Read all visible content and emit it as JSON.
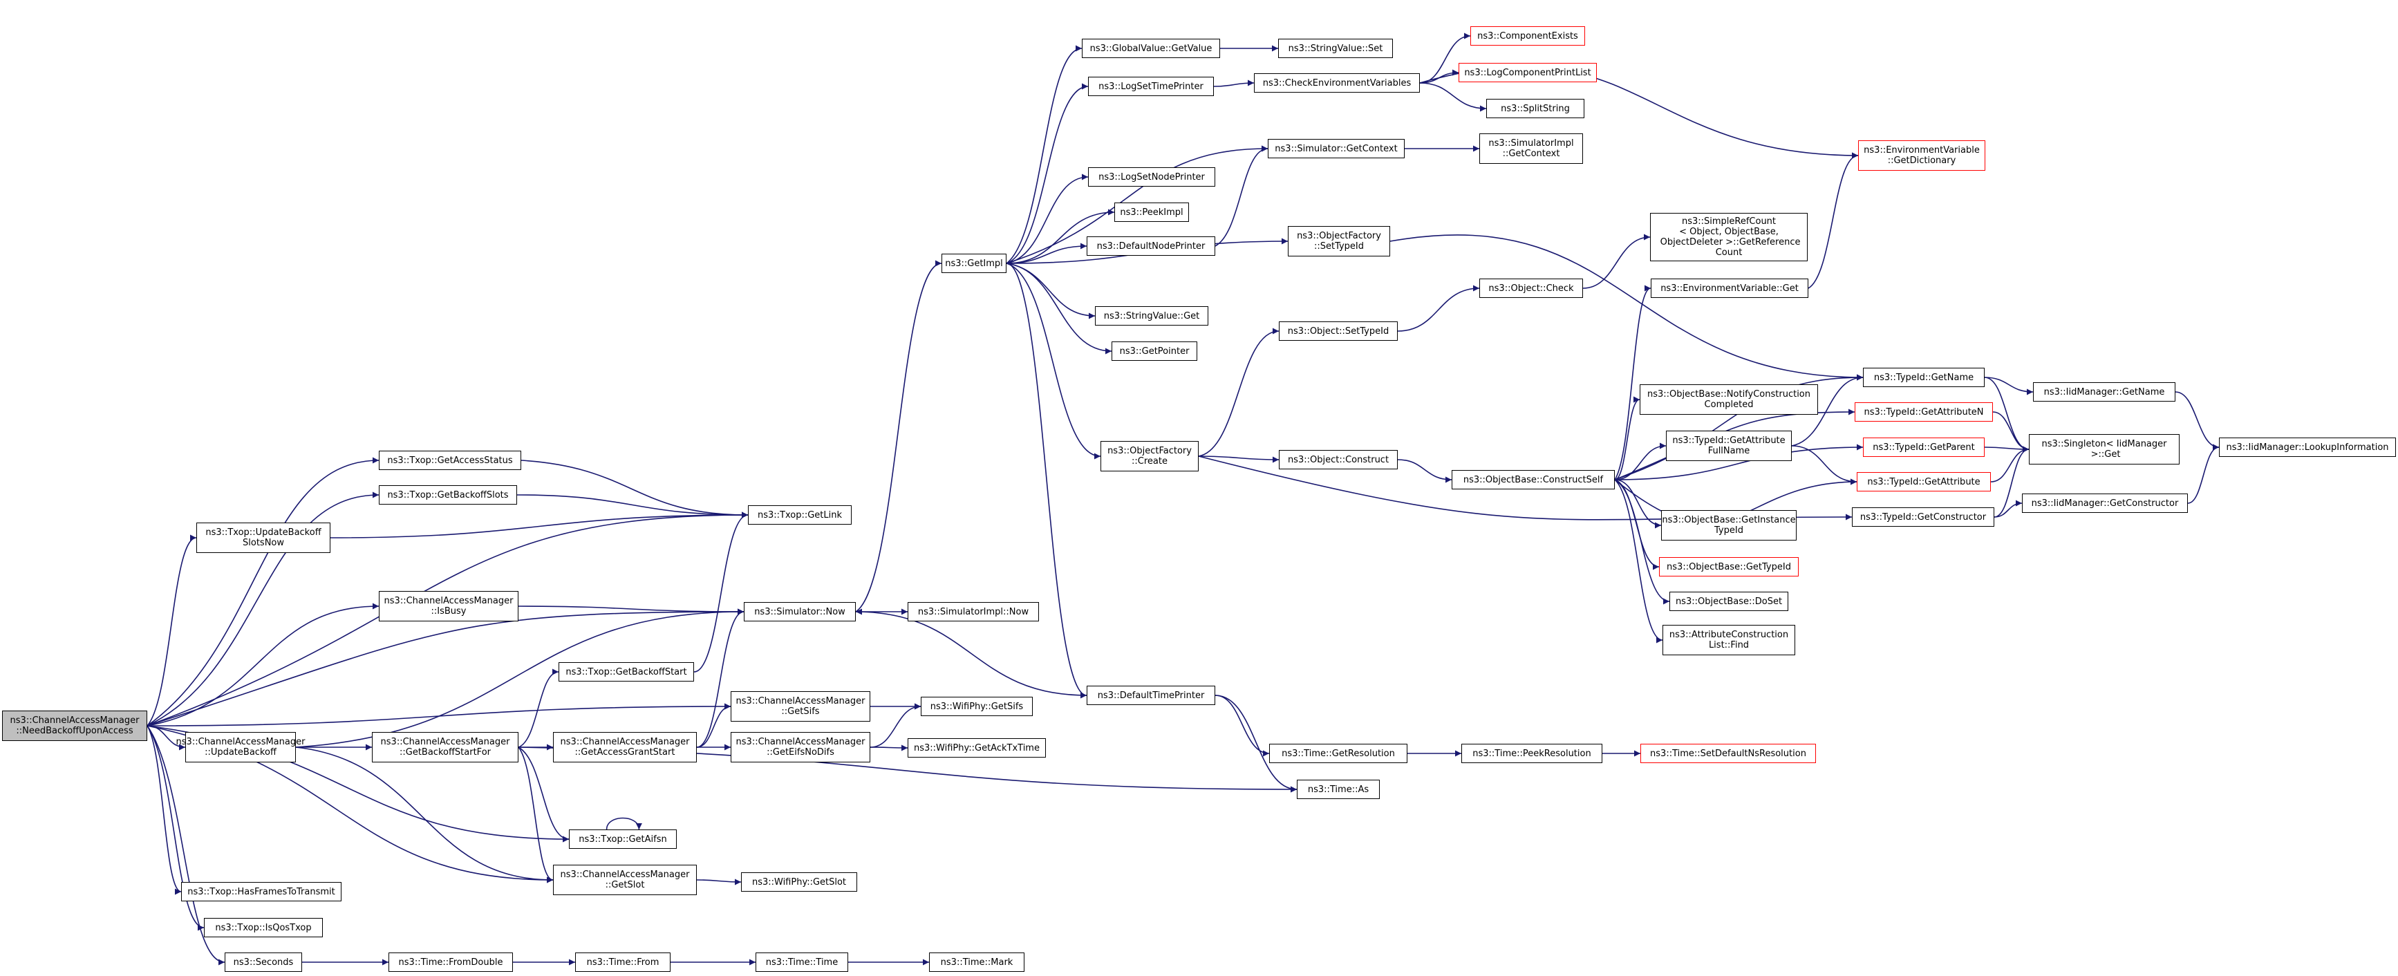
{
  "nodes": {
    "root": "ns3::ChannelAccessManager\n::NeedBackoffUponAccess",
    "getAccessStatus": "ns3::Txop::GetAccessStatus",
    "getBackoffSlots": "ns3::Txop::GetBackoffSlots",
    "updateBackoffSlotsNow": "ns3::Txop::UpdateBackoff\nSlotsNow",
    "isBusy": "ns3::ChannelAccessManager\n::IsBusy",
    "updateBackoff": "ns3::ChannelAccessManager\n::UpdateBackoff",
    "hasFramesToTransmit": "ns3::Txop::HasFramesToTransmit",
    "isQosTxop": "ns3::Txop::IsQosTxop",
    "seconds": "ns3::Seconds",
    "getBackoffStart": "ns3::Txop::GetBackoffStart",
    "getBackoffStartFor": "ns3::ChannelAccessManager\n::GetBackoffStartFor",
    "getAifsn": "ns3::Txop::GetAifsn",
    "getSlot": "ns3::ChannelAccessManager\n::GetSlot",
    "fromDouble": "ns3::Time::FromDouble",
    "getLink": "ns3::Txop::GetLink",
    "simulatorNow": "ns3::Simulator::Now",
    "getSifs": "ns3::ChannelAccessManager\n::GetSifs",
    "getAccessGrantStart": "ns3::ChannelAccessManager\n::GetAccessGrantStart",
    "getEifsNoDifs": "ns3::ChannelAccessManager\n::GetEifsNoDifs",
    "wifiGetSlot": "ns3::WifiPhy::GetSlot",
    "timeFrom": "ns3::Time::From",
    "simImplNow": "ns3::SimulatorImpl::Now",
    "wifiGetSifs": "ns3::WifiPhy::GetSifs",
    "wifiGetAckTxTime": "ns3::WifiPhy::GetAckTxTime",
    "timeTime": "ns3::Time::Time",
    "timeMark": "ns3::Time::Mark",
    "getImpl": "ns3::GetImpl",
    "globalValueGetValue": "ns3::GlobalValue::GetValue",
    "logSetTimePrinter": "ns3::LogSetTimePrinter",
    "logSetNodePrinter": "ns3::LogSetNodePrinter",
    "peekImpl": "ns3::PeekImpl",
    "defaultNodePrinter": "ns3::DefaultNodePrinter",
    "stringValueGet": "ns3::StringValue::Get",
    "getPointer": "ns3::GetPointer",
    "objectFactoryCreate": "ns3::ObjectFactory\n::Create",
    "defaultTimePrinter": "ns3::DefaultTimePrinter",
    "stringValueSet": "ns3::StringValue::Set",
    "checkEnvVars": "ns3::CheckEnvironmentVariables",
    "simulatorGetContext": "ns3::Simulator::GetContext",
    "objectFactorySetTypeId": "ns3::ObjectFactory\n::SetTypeId",
    "objectSetTypeId": "ns3::Object::SetTypeId",
    "objectConstruct": "ns3::Object::Construct",
    "timeGetResolution": "ns3::Time::GetResolution",
    "timeAs": "ns3::Time::As",
    "componentExists": "ns3::ComponentExists",
    "logComponentPrintList": "ns3::LogComponentPrintList",
    "splitString": "ns3::SplitString",
    "simImplGetContext": "ns3::SimulatorImpl\n::GetContext",
    "objectCheck": "ns3::Object::Check",
    "objectBaseConstructSelf": "ns3::ObjectBase::ConstructSelf",
    "timePeekResolution": "ns3::Time::PeekResolution",
    "simpleRefCount": "ns3::SimpleRefCount\n< Object, ObjectBase,\n ObjectDeleter >::GetReference\nCount",
    "envVarGet": "ns3::EnvironmentVariable::Get",
    "notifyConstructionCompleted": "ns3::ObjectBase::NotifyConstruction\nCompleted",
    "getAttributeFullName": "ns3::TypeId::GetAttribute\nFullName",
    "getInstanceTypeId": "ns3::ObjectBase::GetInstance\nTypeId",
    "objectBaseGetTypeId": "ns3::ObjectBase::GetTypeId",
    "doSet": "ns3::ObjectBase::DoSet",
    "attrConstructionListFind": "ns3::AttributeConstruction\nList::Find",
    "setDefaultNsResolution": "ns3::Time::SetDefaultNsResolution",
    "envVarGetDictionary": "ns3::EnvironmentVariable\n::GetDictionary",
    "typeIdGetName": "ns3::TypeId::GetName",
    "typeIdGetAttributeN": "ns3::TypeId::GetAttributeN",
    "typeIdGetParent": "ns3::TypeId::GetParent",
    "typeIdGetAttribute": "ns3::TypeId::GetAttribute",
    "typeIdGetConstructor": "ns3::TypeId::GetConstructor",
    "iidGetName": "ns3::IidManager::GetName",
    "singletonGet": "ns3::Singleton< IidManager\n >::Get",
    "iidGetConstructor": "ns3::IidManager::GetConstructor",
    "iidLookupInformation": "ns3::IidManager::LookupInformation"
  },
  "colors": {
    "edge": "#191970",
    "node_border": "#000000",
    "truncated_border": "#ff0000",
    "root_fill": "#bfbfbf"
  }
}
